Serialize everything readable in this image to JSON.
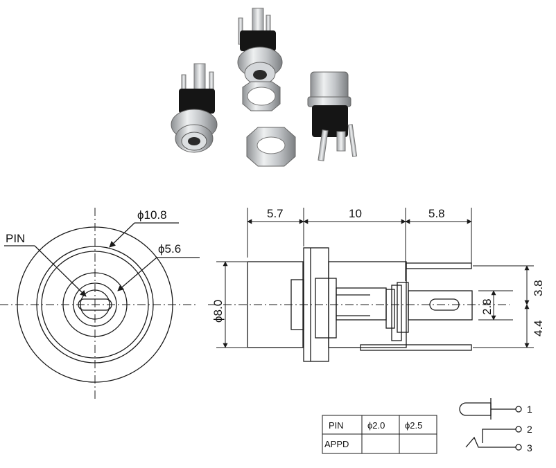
{
  "front_view": {
    "outer_diameter_label": "ϕ10.8",
    "inner_diameter_label": "ϕ5.6",
    "pin_label": "PIN"
  },
  "side_view": {
    "length_left": "5.7",
    "length_middle": "10",
    "length_right": "5.8",
    "body_diameter": "ϕ8.0",
    "pin_gap_top": "3.8",
    "pin_gap_bottom": "4.4",
    "slot_width": "2.8"
  },
  "spec_table": {
    "header": [
      "PIN",
      "ϕ2.0",
      "ϕ2.5"
    ],
    "row": [
      "APPD",
      "",
      ""
    ]
  },
  "pinout": {
    "pins": [
      "1",
      "2",
      "3"
    ]
  },
  "colors": {
    "line": "#1a1a1a",
    "metal": "#c9cbcd",
    "plastic": "#161616"
  }
}
